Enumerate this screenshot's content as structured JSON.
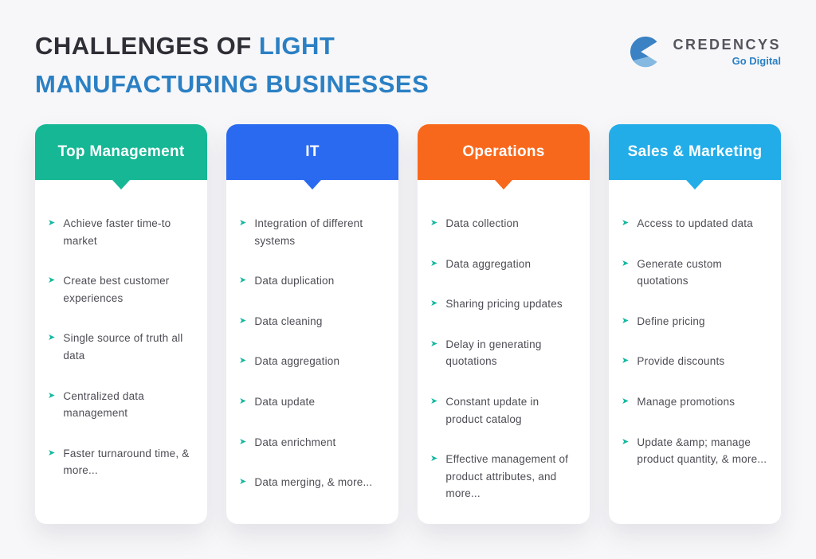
{
  "title": {
    "line1_dark": "CHALLENGES OF ",
    "line1_accent": "LIGHT",
    "line2": "MANUFACTURING BUSINESSES"
  },
  "logo": {
    "name": "CREDENCYS",
    "tagline": "Go Digital"
  },
  "icons": {
    "bullet": "➤",
    "logo_mark": "credencys-circle-mark"
  },
  "colors": {
    "title_dark": "#2e2e36",
    "title_accent": "#2b80c4",
    "body_text": "#4d4d55",
    "bullet": "#14b8a0",
    "background": "#f7f7f9",
    "card": "#ffffff"
  },
  "columns": [
    {
      "header": "Top Management",
      "color": "#16b795",
      "items": [
        "Achieve faster time-to market",
        "Create best customer experiences",
        "Single source of truth all data",
        "Centralized data management",
        "Faster turnaround time,  & more..."
      ]
    },
    {
      "header": "IT",
      "color": "#2a6af0",
      "items": [
        "Integration of different systems",
        "Data duplication",
        "Data cleaning",
        "Data aggregation",
        "Data update",
        "Data enrichment",
        "Data merging, & more..."
      ]
    },
    {
      "header": "Operations",
      "color": "#f8681c",
      "items": [
        "Data collection",
        "Data aggregation",
        "Sharing pricing updates",
        "Delay in generating quotations",
        "Constant update in product catalog",
        "Effective management of product attributes, and more..."
      ]
    },
    {
      "header": "Sales & Marketing",
      "color": "#22ade8",
      "items": [
        "Access to updated data",
        "Generate custom quotations",
        "Define pricing",
        "Provide discounts",
        "Manage promotions",
        "Update &amp; manage product quantity, & more..."
      ]
    }
  ]
}
